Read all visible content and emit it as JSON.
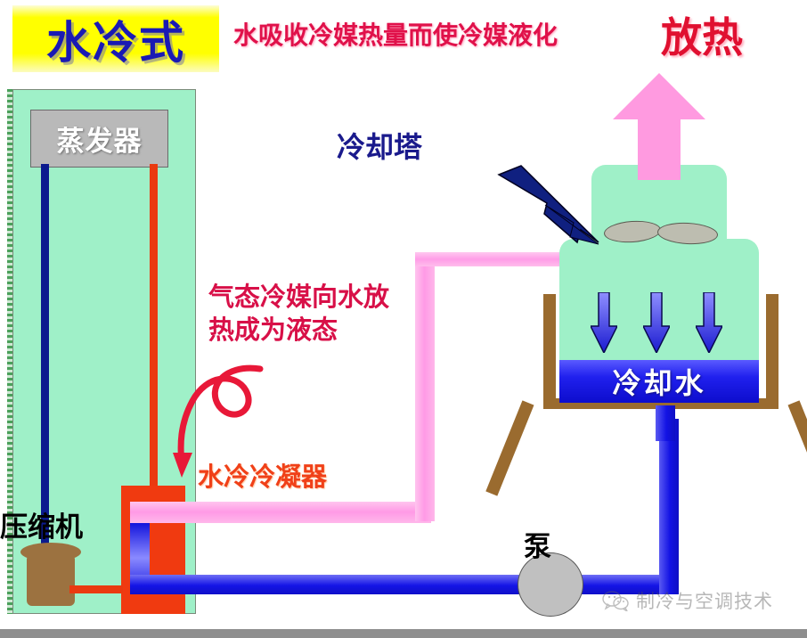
{
  "title": {
    "banner_text": "水冷式",
    "banner_bg": "#ffff00",
    "banner_text_color": "#1a1ab4"
  },
  "headlines": {
    "top_note": "水吸收冷媒热量而使冷媒液化",
    "top_note_color": "#e0114a",
    "heat_release": "放热",
    "heat_release_color": "#e01030"
  },
  "labels": {
    "cooling_tower": "冷却塔",
    "cooling_tower_color": "#1a1a8c",
    "gas_note_line1": "气态冷媒向水放",
    "gas_note_line2": "热成为液态",
    "gas_note_color": "#d81048",
    "water_cooled_condenser": "水冷冷凝器",
    "water_cooled_condenser_color": "#f04018",
    "compressor": "压缩机",
    "compressor_color": "#000000",
    "pump": "泵",
    "pump_color": "#000000",
    "evaporator": "蒸发器",
    "evaporator_color": "#ffffff",
    "cooling_water": "冷却水",
    "cooling_water_color": "#ffffff"
  },
  "icons": {
    "exhaust_arrow": "up-arrow-icon",
    "inlet_arrow": "down-right-arrow-icon",
    "spray_arrow": "down-arrow-icon",
    "condenser_pointer": "curved-arrow-icon",
    "fan_blade": "fan-blade-icon",
    "pump_symbol": "pump-circle-icon",
    "wechat_logo": "wechat-icon"
  },
  "colors": {
    "panel_green": "#9ff0c8",
    "tower_green": "#9ff0c8",
    "hot_pipe_pink": "#ff9ae6",
    "water_pipe_blue": "#1414e6",
    "condenser_red": "#f03a10",
    "compressor_brown": "#9c7240",
    "wood_brown": "#9a6b2f",
    "evaporator_gray": "#b9b9b9",
    "exhaust_pink": "#ff9ae0",
    "inlet_navy": "#102080"
  },
  "watermark": {
    "text": "制冷与空调技术"
  }
}
